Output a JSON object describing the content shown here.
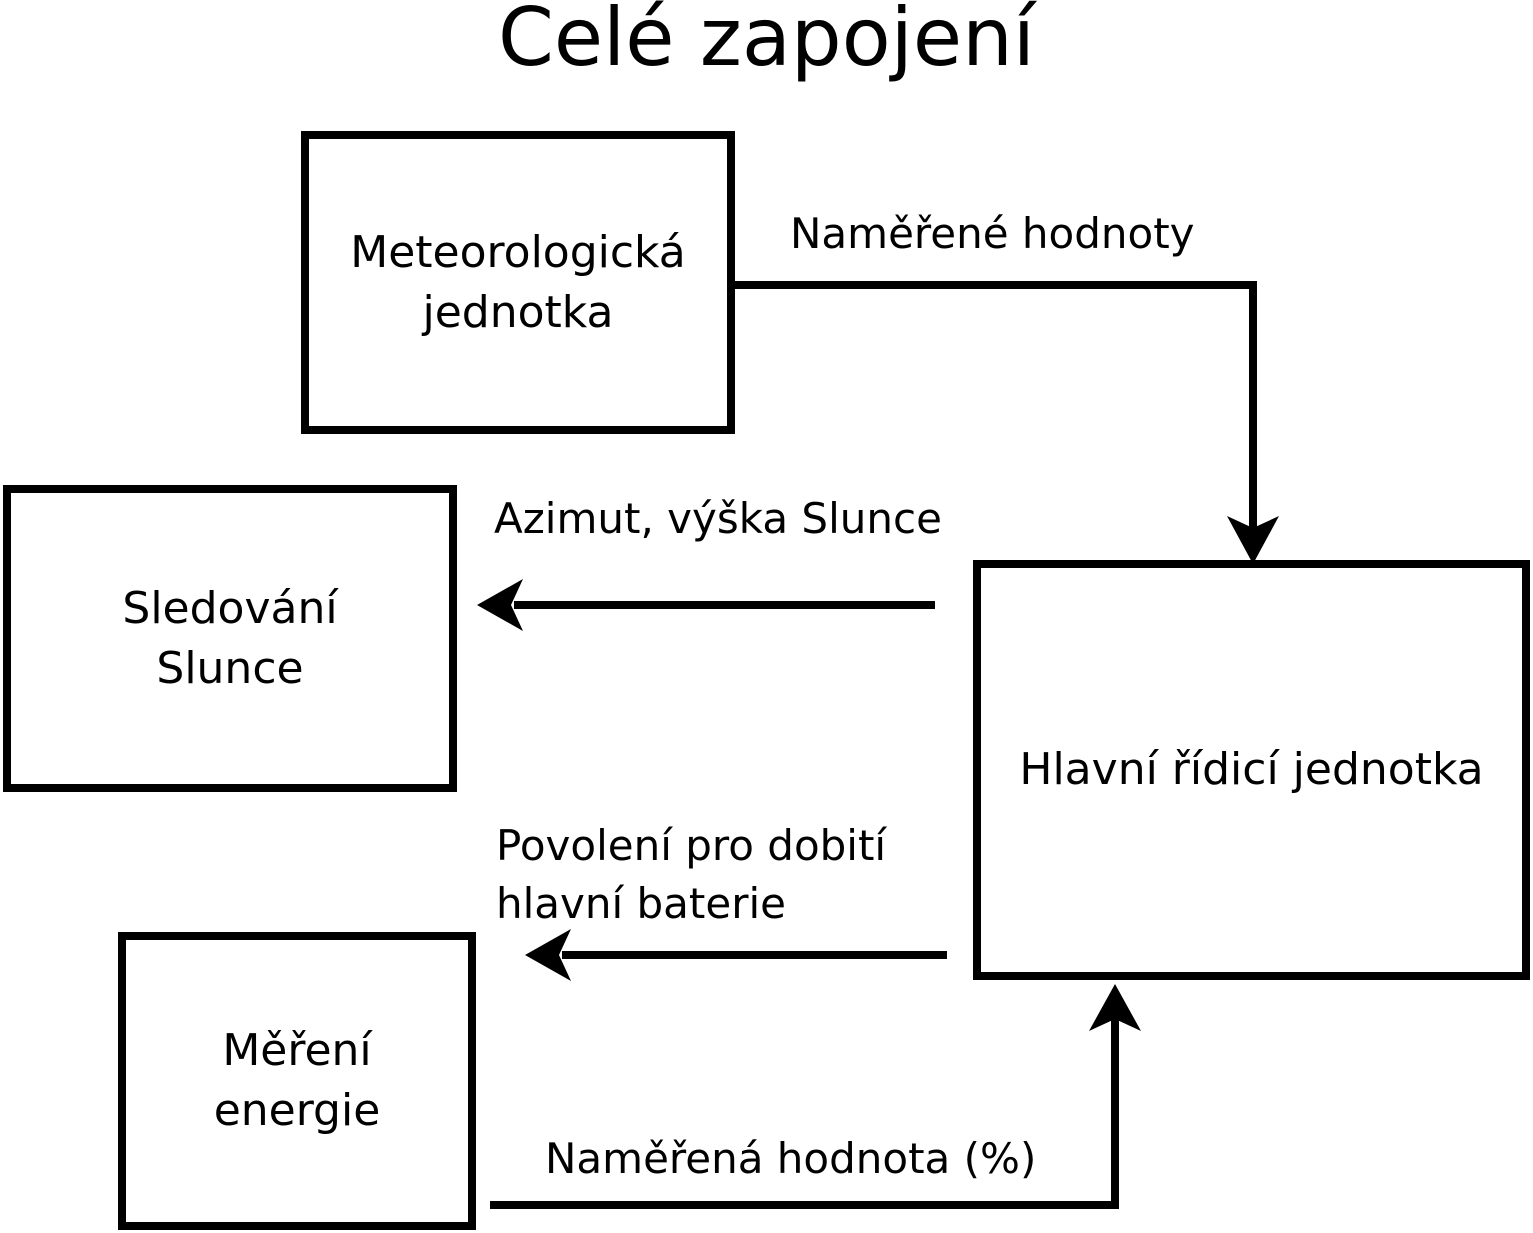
{
  "title": "Celé zapojení",
  "colors": {
    "ink": "#000000",
    "background": "#ffffff"
  },
  "nodes": {
    "meteo": {
      "label": "Meteorologická\njednotka"
    },
    "sun_tracking": {
      "label": "Sledování\nSlunce"
    },
    "energy": {
      "label": "Měření\nenergie"
    },
    "main_unit": {
      "label": "Hlavní řídicí jednotka"
    }
  },
  "edges": {
    "measured_values": {
      "label": "Naměřené hodnoty",
      "from": "meteo",
      "to": "main_unit"
    },
    "sun_position": {
      "label": "Azimut, výška Slunce",
      "from": "main_unit",
      "to": "sun_tracking"
    },
    "charge_permission": {
      "label": "Povolení pro dobití\nhlavní baterie",
      "from": "main_unit",
      "to": "energy"
    },
    "measured_percent": {
      "label": "Naměřená hodnota (%)",
      "from": "energy",
      "to": "main_unit"
    }
  }
}
